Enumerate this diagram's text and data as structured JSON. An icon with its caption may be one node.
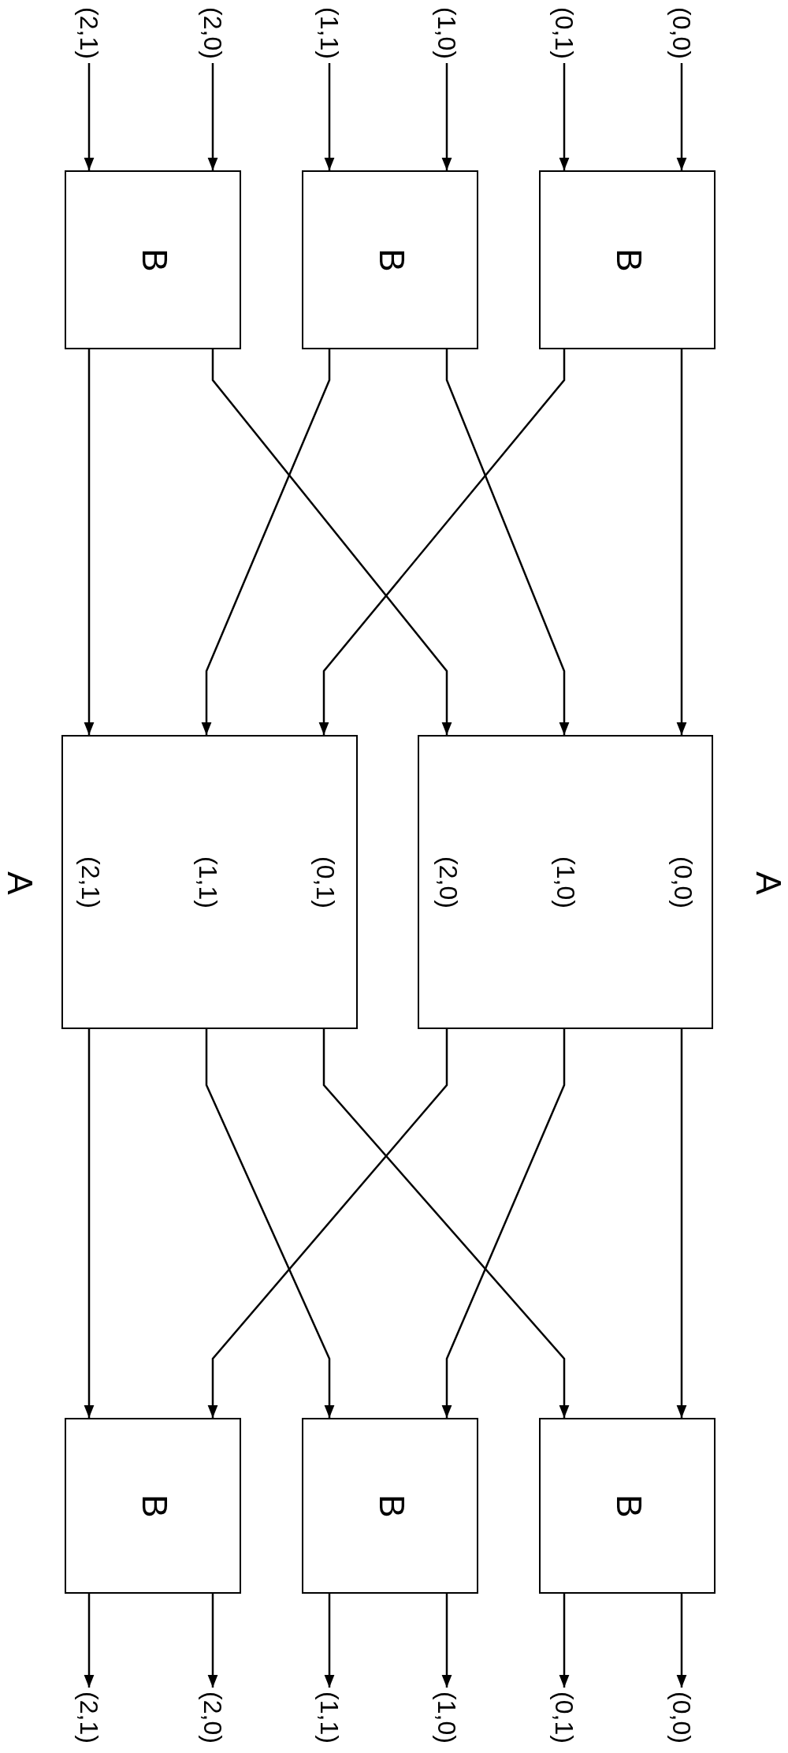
{
  "diagram": {
    "nodes": [
      {
        "text": [
          "(0,0)"
        ]
      },
      {
        "text": [
          "(0,1)"
        ]
      },
      {
        "text": [
          "(1,0)"
        ]
      },
      {
        "text": [
          "(1,1)"
        ]
      },
      {
        "text": [
          "(2,0)"
        ]
      },
      {
        "text": [
          "(2,1)"
        ]
      },
      {
        "text": [
          "B"
        ]
      },
      {
        "text": [
          "B"
        ]
      },
      {
        "text": [
          "B"
        ]
      },
      {
        "text": [
          "(0,0)",
          "(1,0)",
          "(2,0)"
        ],
        "beside": [
          "A"
        ]
      },
      {
        "text": [
          "(0,1)",
          "(1,1)",
          "(2,1)"
        ],
        "beside": [
          "A"
        ]
      },
      {
        "text": [
          "B"
        ]
      },
      {
        "text": [
          "B"
        ]
      },
      {
        "text": [
          "B"
        ]
      },
      {
        "text": [
          "(0,0)"
        ]
      },
      {
        "text": [
          "(0,1)"
        ]
      },
      {
        "text": [
          "(1,0)"
        ]
      },
      {
        "text": [
          "(1,1)"
        ]
      },
      {
        "text": [
          "(2,0)"
        ]
      },
      {
        "text": [
          "(2,1)"
        ]
      }
    ],
    "edges": [
      {
        "from": 0,
        "to": 6,
        "arrow": "to"
      },
      {
        "from": 1,
        "to": 6,
        "arrow": "to"
      },
      {
        "from": 2,
        "to": 7,
        "arrow": "to"
      },
      {
        "from": 3,
        "to": 7,
        "arrow": "to"
      },
      {
        "from": 4,
        "to": 8,
        "arrow": "to"
      },
      {
        "from": 5,
        "to": 8,
        "arrow": "to"
      },
      {
        "from": 6,
        "to": 9,
        "arrow": "to"
      },
      {
        "from": 6,
        "to": 10,
        "arrow": "to"
      },
      {
        "from": 7,
        "to": 9,
        "arrow": "to"
      },
      {
        "from": 7,
        "to": 10,
        "arrow": "to"
      },
      {
        "from": 8,
        "to": 9,
        "arrow": "to"
      },
      {
        "from": 8,
        "to": 10,
        "arrow": "to"
      },
      {
        "from": 9,
        "to": 11,
        "arrow": "to"
      },
      {
        "from": 9,
        "to": 12,
        "arrow": "to"
      },
      {
        "from": 9,
        "to": 13,
        "arrow": "to"
      },
      {
        "from": 10,
        "to": 11,
        "arrow": "to"
      },
      {
        "from": 10,
        "to": 12,
        "arrow": "to"
      },
      {
        "from": 10,
        "to": 13,
        "arrow": "to"
      },
      {
        "from": 11,
        "to": 14,
        "arrow": "to"
      },
      {
        "from": 11,
        "to": 15,
        "arrow": "to"
      },
      {
        "from": 12,
        "to": 16,
        "arrow": "to"
      },
      {
        "from": 12,
        "to": 17,
        "arrow": "to"
      },
      {
        "from": 13,
        "to": 18,
        "arrow": "to"
      },
      {
        "from": 13,
        "to": 19,
        "arrow": "to"
      }
    ]
  }
}
